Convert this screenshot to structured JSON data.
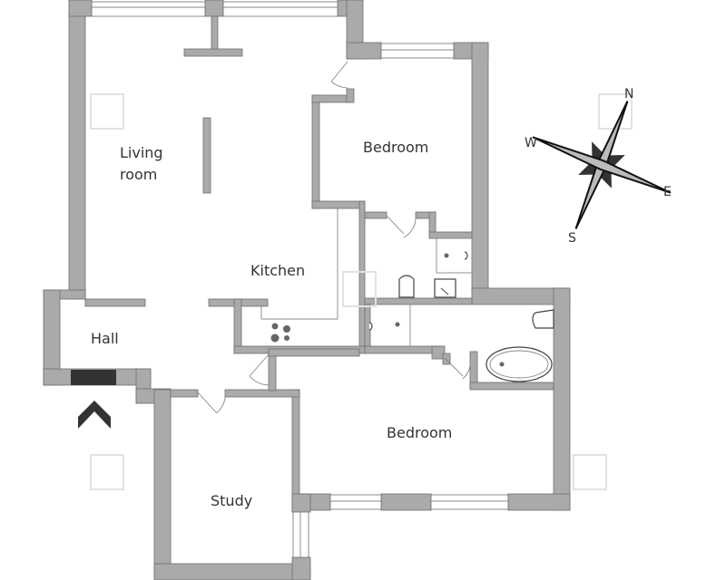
{
  "plan": {
    "rooms": [
      {
        "id": "living-room",
        "lines": [
          "Living",
          "room"
        ]
      },
      {
        "id": "bedroom-north",
        "lines": [
          "Bedroom"
        ]
      },
      {
        "id": "kitchen",
        "lines": [
          "Kitchen"
        ]
      },
      {
        "id": "hall",
        "lines": [
          "Hall"
        ]
      },
      {
        "id": "bedroom-south",
        "lines": [
          "Bedroom"
        ]
      },
      {
        "id": "study",
        "lines": [
          "Study"
        ]
      }
    ],
    "compass": {
      "n": "N",
      "e": "E",
      "s": "S",
      "w": "W"
    },
    "entrance_marker": "entrance-arrow",
    "colors": {
      "wall": "#aaaaaa",
      "wall_outline": "#6f6f6f",
      "text": "#333333",
      "entrance": "#333333",
      "background": "#ffffff"
    }
  }
}
